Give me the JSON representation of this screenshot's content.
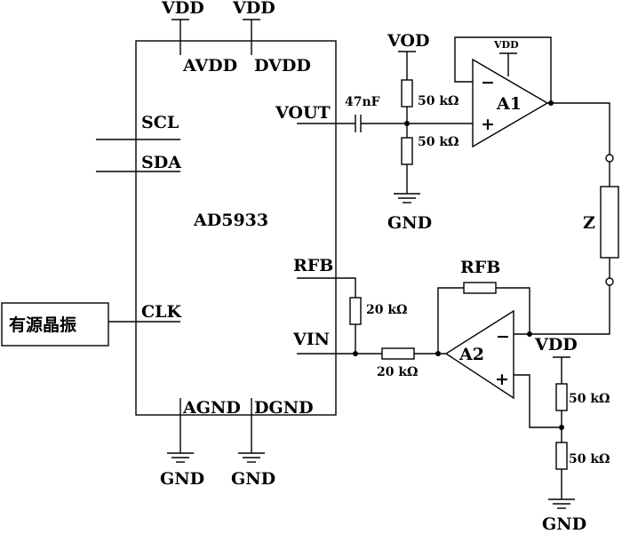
{
  "chip": {
    "name": "AD5933",
    "pins": {
      "avdd": "AVDD",
      "dvdd": "DVDD",
      "scl": "SCL",
      "sda": "SDA",
      "clk": "CLK",
      "vout": "VOUT",
      "rfb": "RFB",
      "vin": "VIN",
      "agnd": "AGND",
      "dgnd": "DGND"
    }
  },
  "oscillator": {
    "label": "有源晶振"
  },
  "supply": {
    "vdd_1": "VDD",
    "vdd_2": "VDD",
    "vdd_bias_top": "VOD",
    "vdd_a1": "VDD",
    "vdd_bias_bottom": "VDD"
  },
  "ground": {
    "gnd_agnd": "GND",
    "gnd_dgnd": "GND",
    "gnd_bias_top": "GND",
    "gnd_bias_bottom": "GND"
  },
  "components": {
    "cap_label": "47nF",
    "r_bias_top_upper": "50 kΩ",
    "r_bias_top_lower": "50 kΩ",
    "r_rfb_chip": "20 kΩ",
    "r_vin": "20 kΩ",
    "r_feedback_label": "RFB",
    "r_bias_bot_upper": "50 kΩ",
    "r_bias_bot_lower": "50 kΩ",
    "impedance": "Z"
  },
  "opamps": {
    "a1": {
      "name": "A1",
      "minus": "−",
      "plus": "+"
    },
    "a2": {
      "name": "A2",
      "minus": "−",
      "plus": "+"
    }
  }
}
